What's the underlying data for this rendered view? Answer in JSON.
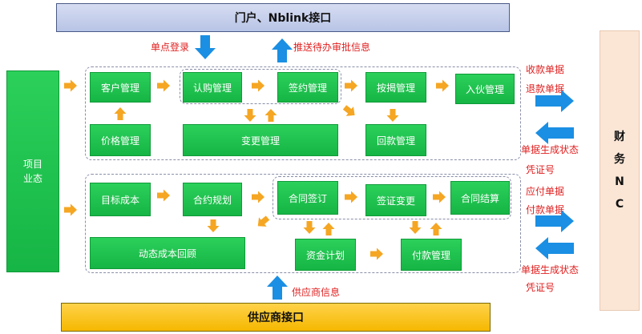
{
  "portal": {
    "title": "门户、Nblink接口"
  },
  "supplier": {
    "title": "供应商接口"
  },
  "finance": {
    "chars": [
      "财",
      "务",
      "N",
      "C"
    ]
  },
  "project": {
    "line1": "项目",
    "line2": "业态"
  },
  "boxes": {
    "customer": "客户管理",
    "subscription": "认购管理",
    "signing": "签约管理",
    "mortgage": "按揭管理",
    "movein": "入伙管理",
    "price": "价格管理",
    "change": "变更管理",
    "payback": "回款管理",
    "target_cost": "目标成本",
    "contract_plan": "合约规划",
    "contract_sign": "合同签订",
    "visa_change": "签证变更",
    "contract_settle": "合同结算",
    "dynamic_cost": "动态成本回顾",
    "fund_plan": "资金计划",
    "payment": "付款管理"
  },
  "labels": {
    "single_login": "单点登录",
    "push_approval": "推送待办审批信息",
    "receipt_doc": "收款单据",
    "refund_doc": "退款单据",
    "doc_status_1": "单据生成状态",
    "voucher_1": "凭证号",
    "payable_doc": "应付单据",
    "payment_doc": "付款单据",
    "doc_status_2": "单据生成状态",
    "voucher_2": "凭证号",
    "supplier_info": "供应商信息"
  },
  "colors": {
    "arrow_orange": "#f5a623",
    "arrow_blue": "#1a8fe3",
    "label_red": "#e02020"
  }
}
